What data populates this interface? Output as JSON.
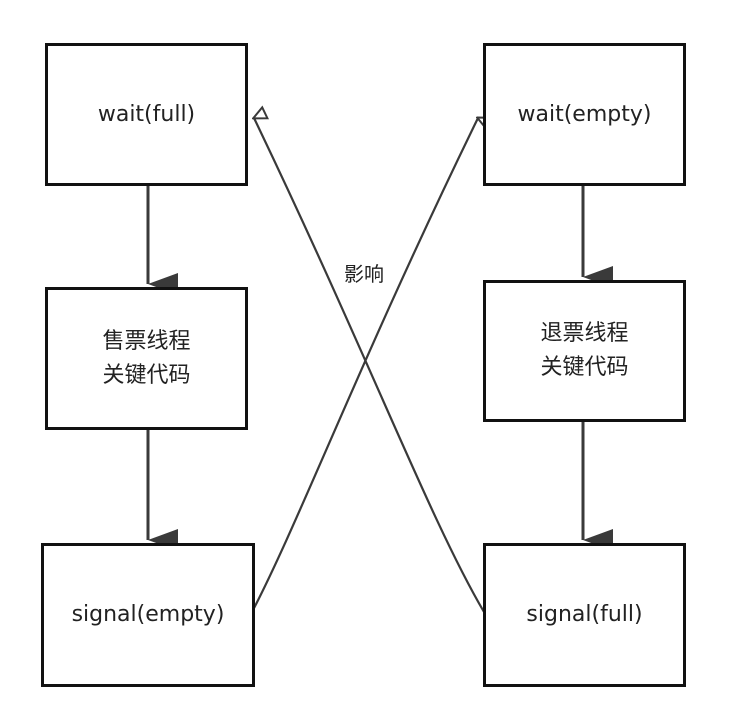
{
  "left": {
    "top": "wait(full)",
    "middle": [
      "售票线程",
      "关键代码"
    ],
    "bottom": "signal(empty)"
  },
  "right": {
    "top": "wait(empty)",
    "middle": [
      "退票线程",
      "关键代码"
    ],
    "bottom": "signal(full)"
  },
  "cross_label": "影响",
  "colors": {
    "stroke": "#3a3a3a",
    "border": "#111111",
    "text": "#222222"
  }
}
